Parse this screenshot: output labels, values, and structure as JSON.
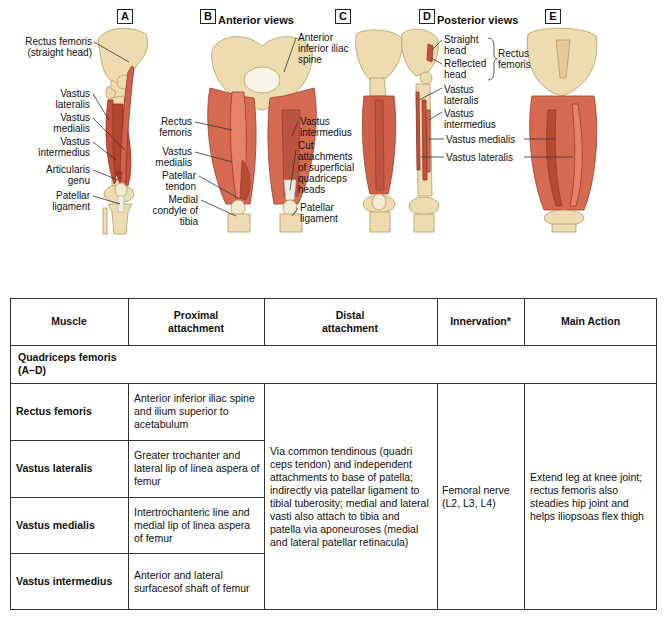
{
  "diagram": {
    "nodes": [
      {
        "text": [
          "A"
        ]
      },
      {
        "text": [
          "B"
        ]
      },
      {
        "text": [
          "C"
        ]
      },
      {
        "text": [
          "D"
        ]
      },
      {
        "text": [
          "E"
        ]
      }
    ],
    "labels": [
      "Rectus femoris (straight head)",
      "Vastus lateralis",
      "Vastus medialis",
      "Vastus intermedius",
      "Articularis genu",
      "Patellar ligament",
      "Anterior views",
      "Anterior inferior iliac spine",
      "Rectus femoris",
      "Vastus medialis",
      "Patellar tendon",
      "Medial condyle of tibia",
      "Vastus intermedius",
      "Cut attachments of superficial quadriceps heads",
      "Patellar ligament",
      "Posterior views",
      "Straight head",
      "Reflected head",
      "Rectus femoris",
      "Vastus lateralis",
      "Vastus intermedius",
      "Vastus medialis",
      "Vastus lateralis",
      "Muscle",
      "Proximal attachment",
      "Distal attachment",
      "Innervation*",
      "Main Action",
      "Quadriceps femoris (A–D)",
      "Rectus femoris",
      "Anterior inferior iliac spine and ilium superior to acetabulum",
      "Vastus lateralis",
      "Greater trochanter and lateral lip of linea aspera of femur",
      "Vastus medialis",
      "Intertrochanteric line and medial lip of linea aspera of femur",
      "Vastus intermedius",
      "Anterior and lateral surfacesof shaft of femur",
      "Via common tendinous (quadri ceps tendon) and independent attachments to base of patella; indirectly via patellar ligament to tibial tuberosity; medial and lateral vasti also attach to tibia and patella via aponeuroses (medial and lateral patellar retinacula)",
      "Femoral nerve (L2, L3, L4)",
      "Extend leg at knee joint; rectus femoris also steadies hip joint and helps iliopsoas flex thigh"
    ]
  }
}
